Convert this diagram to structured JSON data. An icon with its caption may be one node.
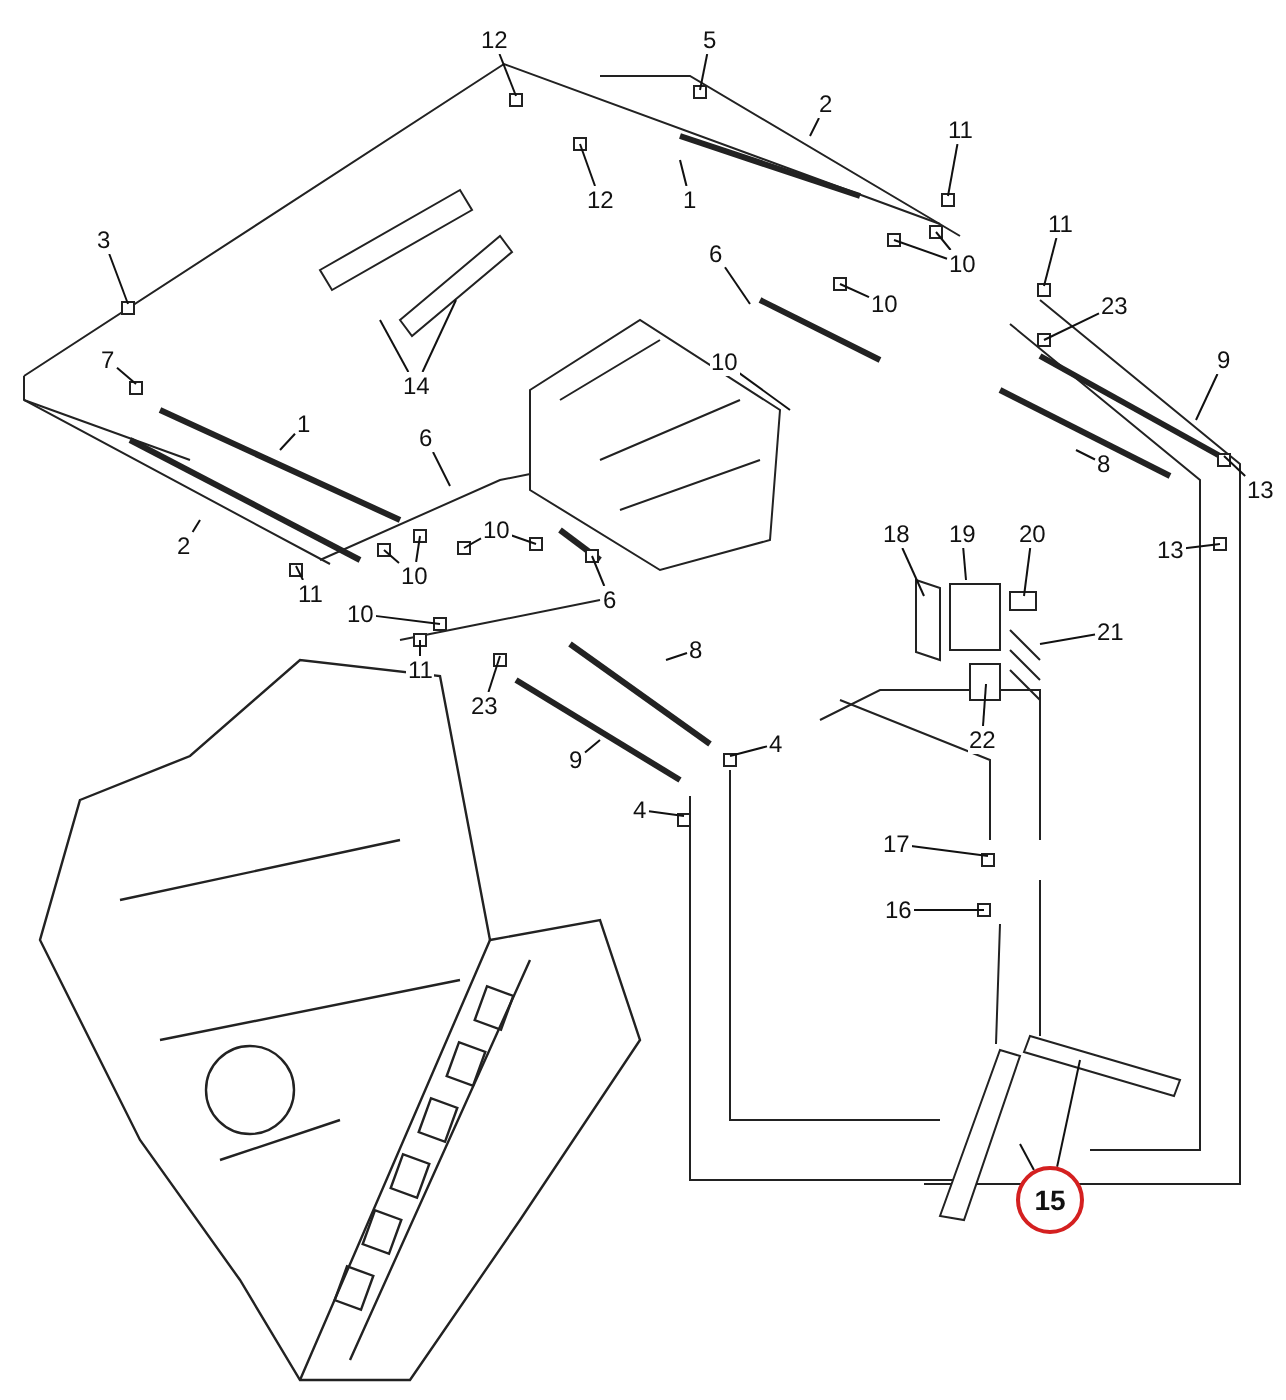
{
  "diagram": {
    "nodes": [
      {
        "text": [
          "12"
        ]
      },
      {
        "text": [
          "5"
        ]
      },
      {
        "text": [
          "2"
        ]
      },
      {
        "text": [
          "11"
        ]
      },
      {
        "text": [
          "12"
        ]
      },
      {
        "text": [
          "1"
        ]
      },
      {
        "text": [
          "3"
        ]
      },
      {
        "text": [
          "11"
        ]
      },
      {
        "text": [
          "10"
        ]
      },
      {
        "text": [
          "6"
        ]
      },
      {
        "text": [
          "10"
        ]
      },
      {
        "text": [
          "23"
        ]
      },
      {
        "text": [
          "7"
        ]
      },
      {
        "text": [
          "14"
        ]
      },
      {
        "text": [
          "10"
        ]
      },
      {
        "text": [
          "9"
        ]
      },
      {
        "text": [
          "1"
        ]
      },
      {
        "text": [
          "6"
        ]
      },
      {
        "text": [
          "8"
        ]
      },
      {
        "text": [
          "13"
        ]
      },
      {
        "text": [
          "10"
        ]
      },
      {
        "text": [
          "18"
        ]
      },
      {
        "text": [
          "19"
        ]
      },
      {
        "text": [
          "20"
        ]
      },
      {
        "text": [
          "13"
        ]
      },
      {
        "text": [
          "2"
        ]
      },
      {
        "text": [
          "10"
        ]
      },
      {
        "text": [
          "11"
        ]
      },
      {
        "text": [
          "6"
        ]
      },
      {
        "text": [
          "10"
        ]
      },
      {
        "text": [
          "21"
        ]
      },
      {
        "text": [
          "8"
        ]
      },
      {
        "text": [
          "11"
        ]
      },
      {
        "text": [
          "23"
        ]
      },
      {
        "text": [
          "22"
        ]
      },
      {
        "text": [
          "4"
        ]
      },
      {
        "text": [
          "9"
        ]
      },
      {
        "text": [
          "4"
        ]
      },
      {
        "text": [
          "17"
        ]
      },
      {
        "text": [
          "16"
        ]
      },
      {
        "text": [
          "15"
        ]
      }
    ],
    "edges": [
      {
        "from": 0,
        "to": null,
        "arrow": "none"
      },
      {
        "from": 1,
        "to": null,
        "arrow": "none"
      },
      {
        "from": 2,
        "to": null,
        "arrow": "none"
      },
      {
        "from": 3,
        "to": null,
        "arrow": "none"
      },
      {
        "from": 4,
        "to": null,
        "arrow": "none"
      },
      {
        "from": 5,
        "to": null,
        "arrow": "none"
      },
      {
        "from": 6,
        "to": null,
        "arrow": "none"
      },
      {
        "from": 7,
        "to": null,
        "arrow": "none"
      },
      {
        "from": 8,
        "to": null,
        "arrow": "none"
      },
      {
        "from": 8,
        "to": null,
        "arrow": "none"
      },
      {
        "from": 9,
        "to": null,
        "arrow": "none"
      },
      {
        "from": 10,
        "to": null,
        "arrow": "none"
      },
      {
        "from": 11,
        "to": null,
        "arrow": "none"
      },
      {
        "from": 12,
        "to": null,
        "arrow": "none"
      },
      {
        "from": 13,
        "to": null,
        "arrow": "none"
      },
      {
        "from": 13,
        "to": null,
        "arrow": "none"
      },
      {
        "from": 14,
        "to": null,
        "arrow": "none"
      },
      {
        "from": 15,
        "to": null,
        "arrow": "none"
      },
      {
        "from": 16,
        "to": null,
        "arrow": "none"
      },
      {
        "from": 17,
        "to": null,
        "arrow": "none"
      },
      {
        "from": 18,
        "to": null,
        "arrow": "none"
      },
      {
        "from": 19,
        "to": null,
        "arrow": "none"
      },
      {
        "from": 20,
        "to": null,
        "arrow": "none"
      },
      {
        "from": 20,
        "to": null,
        "arrow": "none"
      },
      {
        "from": 21,
        "to": null,
        "arrow": "none"
      },
      {
        "from": 22,
        "to": null,
        "arrow": "none"
      },
      {
        "from": 23,
        "to": null,
        "arrow": "none"
      },
      {
        "from": 24,
        "to": null,
        "arrow": "none"
      },
      {
        "from": 25,
        "to": null,
        "arrow": "none"
      },
      {
        "from": 26,
        "to": null,
        "arrow": "none"
      },
      {
        "from": 26,
        "to": null,
        "arrow": "none"
      },
      {
        "from": 27,
        "to": null,
        "arrow": "none"
      },
      {
        "from": 28,
        "to": null,
        "arrow": "none"
      },
      {
        "from": 29,
        "to": null,
        "arrow": "none"
      },
      {
        "from": 30,
        "to": null,
        "arrow": "none"
      },
      {
        "from": 31,
        "to": null,
        "arrow": "none"
      },
      {
        "from": 32,
        "to": null,
        "arrow": "none"
      },
      {
        "from": 33,
        "to": null,
        "arrow": "none"
      },
      {
        "from": 34,
        "to": null,
        "arrow": "none"
      },
      {
        "from": 35,
        "to": null,
        "arrow": "none"
      },
      {
        "from": 36,
        "to": null,
        "arrow": "none"
      },
      {
        "from": 37,
        "to": null,
        "arrow": "none"
      },
      {
        "from": 38,
        "to": null,
        "arrow": "none"
      },
      {
        "from": 39,
        "to": null,
        "arrow": "none"
      },
      {
        "from": 40,
        "to": null,
        "arrow": "none"
      },
      {
        "from": 40,
        "to": null,
        "arrow": "none"
      }
    ]
  }
}
